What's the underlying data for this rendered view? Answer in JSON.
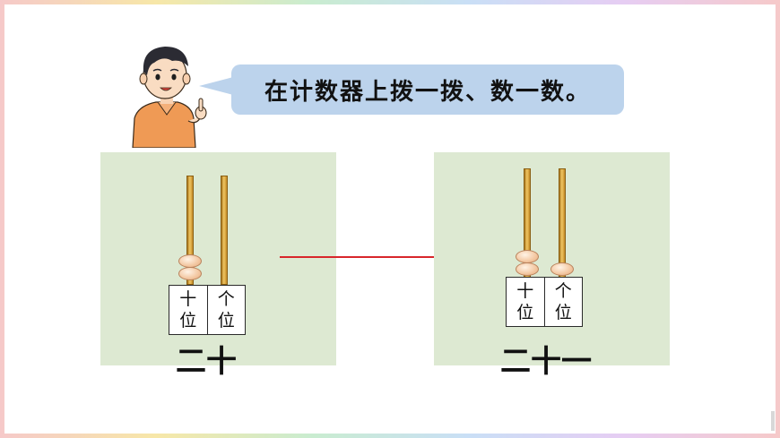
{
  "speech": {
    "text": "在计数器上拨一拨、数一数。"
  },
  "counters": [
    {
      "id": "left",
      "tens_beads": 2,
      "ones_beads": 0,
      "place_labels": {
        "tens_top": "十",
        "tens_bottom": "位",
        "ones_top": "个",
        "ones_bottom": "位"
      },
      "number_text": "二十"
    },
    {
      "id": "right",
      "tens_beads": 2,
      "ones_beads": 1,
      "place_labels": {
        "tens_top": "十",
        "tens_bottom": "位",
        "ones_top": "个",
        "ones_bottom": "位"
      },
      "number_text": "二十一"
    }
  ],
  "colors": {
    "panel": "#dde9d2",
    "bubble": "#bcd3ec",
    "arrow": "#d8262b"
  }
}
